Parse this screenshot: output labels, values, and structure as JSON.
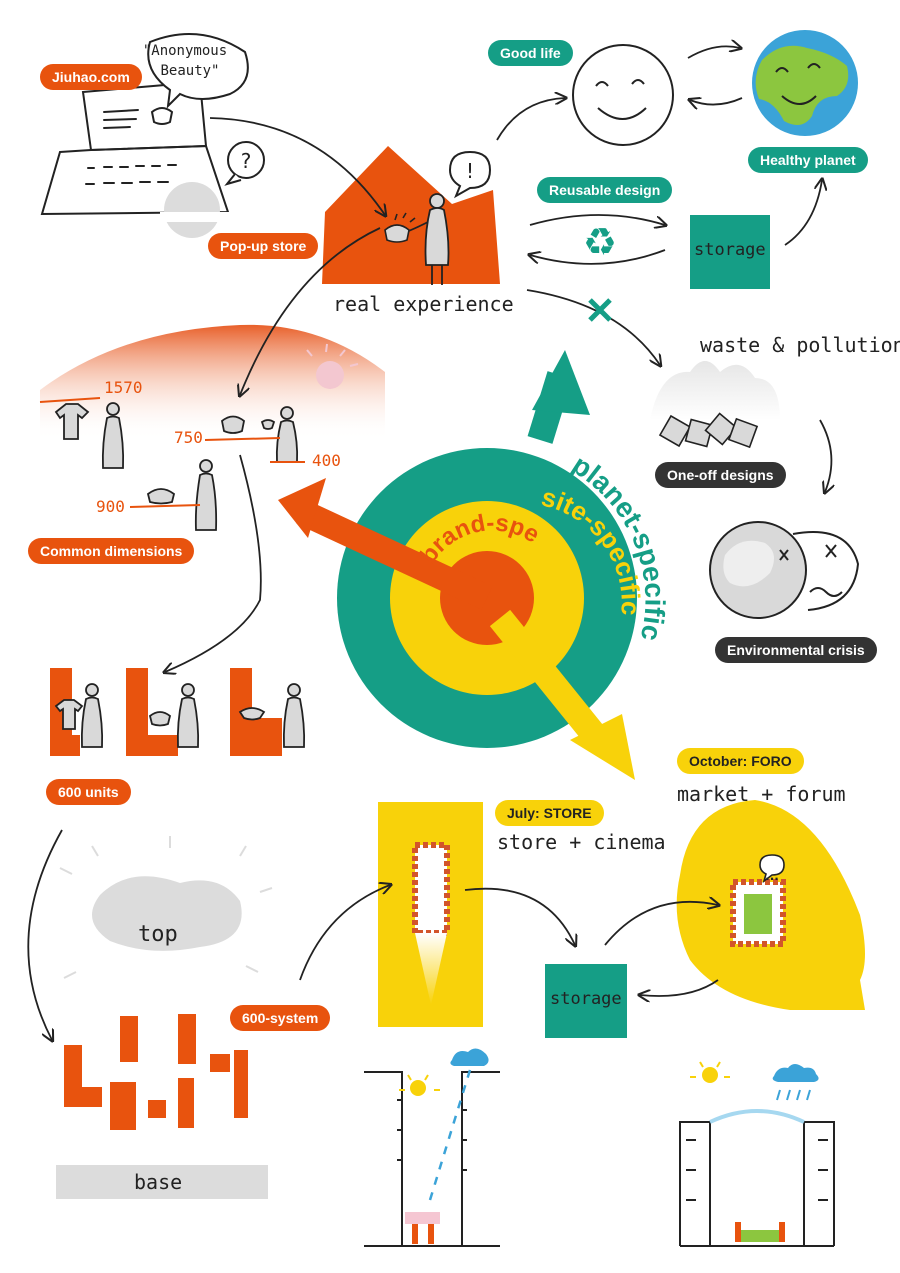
{
  "labels": {
    "jiuhao": "Jiuhao.com",
    "pop_up_store": "Pop-up store",
    "good_life": "Good life",
    "healthy_planet": "Healthy planet",
    "reusable_design": "Reusable design",
    "one_off_designs": "One-off designs",
    "environmental_crisis": "Environmental crisis",
    "common_dimensions": "Common dimensions",
    "units_600": "600 units",
    "system_600": "600-system",
    "july_store": "July: STORE",
    "october_foro": "October: FORO"
  },
  "handwritten": {
    "anonymous_beauty_line1": "\"Anonymous",
    "anonymous_beauty_line2": "Beauty\"",
    "question_mark": "?",
    "exclamation_mark": "!",
    "real_experience": "real experience",
    "storage_top": "storage",
    "waste_pollution": "waste & pollution",
    "store_cinema": "store + cinema",
    "market_forum": "market + forum",
    "storage_bottom": "storage",
    "top": "top",
    "base": "base",
    "speech_dots": "..."
  },
  "dimensions": {
    "d1570": "1570",
    "d750": "750",
    "d400": "400",
    "d900": "900"
  },
  "rings": {
    "brand_specific": "brand-specific",
    "site_specific": "site-specific",
    "planet_specific": "planet-specific"
  },
  "colors": {
    "orange": "#e8530e",
    "teal": "#159e86",
    "yellow": "#f8d20a",
    "dark": "#333333",
    "gray": "#d9d9d9",
    "green": "#8cc63f",
    "blue": "#3ba3d8"
  }
}
